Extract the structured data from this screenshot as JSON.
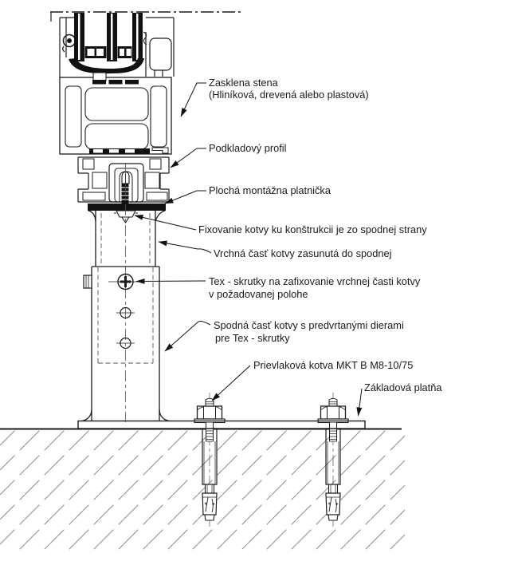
{
  "labels": {
    "zasklena_line1": "Zasklena stena",
    "zasklena_line2": "(Hliníková, drevená alebo plastová)",
    "podkladovy": "Podkladový profil",
    "plocha": "Plochá montážna platnička",
    "fixovanie": "Fixovanie kotvy ku konštrukcii je zo spodnej strany",
    "vrchna": "Vrchná časť kotvy zasunutá do spodnej",
    "tex_line1": "Tex - skrutky na zafixovanie vrchnej časti kotvy",
    "tex_line2": "v požadovanej polohe",
    "spodna_line1": "Spodná časť kotvy s predvrtanými dierami",
    "spodna_line2": "pre Tex - skrutky",
    "prievlakova": "Prievlaková kotva MKT B M8-10/75",
    "zakladova": "Základová platňa"
  },
  "colors": {
    "line": "#1c1c1c",
    "text": "#1a1a1a",
    "hatch": "#8f8f8f",
    "fill_black": "#111111",
    "background": "#ffffff"
  }
}
